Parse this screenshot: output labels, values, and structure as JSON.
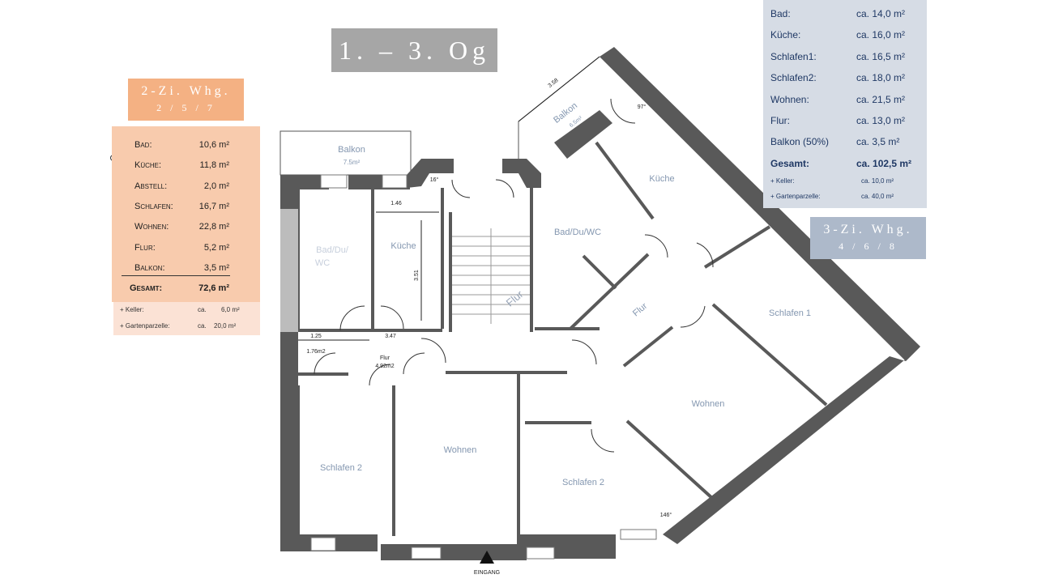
{
  "title": "1. – 3. Og",
  "left_unit": {
    "heading": "2-Zi. Whg.",
    "subheading": "2 / 5 / 7",
    "rows": [
      {
        "name": "Bad:",
        "value": "10,6 m²"
      },
      {
        "name": "Küche:",
        "value": "11,8 m²"
      },
      {
        "name": "Abstell:",
        "value": "2,0 m²"
      },
      {
        "name": "Schlafen:",
        "value": "16,7 m²"
      },
      {
        "name": "Wohnen:",
        "value": "22,8 m²"
      },
      {
        "name": "Flur:",
        "value": "5,2 m²"
      },
      {
        "name": "Balkon:",
        "value": "3,5 m²"
      }
    ],
    "total": {
      "name": "Gesamt:",
      "value": "72,6 m²"
    },
    "extras": [
      {
        "name": "+ Keller:",
        "ca": "ca.",
        "value": "6,0 m²"
      },
      {
        "name": "+ Gartenparzelle:",
        "ca": "ca.",
        "value": "20,0 m²"
      }
    ]
  },
  "right_unit": {
    "heading": "3-Zi. Whg.",
    "subheading": "4 / 6 / 8",
    "rows": [
      {
        "name": "Bad:",
        "value": "ca. 14,0 m²"
      },
      {
        "name": "Küche:",
        "value": "ca. 16,0 m²"
      },
      {
        "name": "Schlafen1:",
        "value": "ca. 16,5 m²"
      },
      {
        "name": "Schlafen2:",
        "value": "ca. 18,0 m²"
      },
      {
        "name": "Wohnen:",
        "value": "ca. 21,5 m²"
      },
      {
        "name": "Flur:",
        "value": "ca. 13,0 m²"
      },
      {
        "name": "Balkon (50%)",
        "value": "ca.   3,5 m²"
      }
    ],
    "total": {
      "name": "Gesamt:",
      "value": "ca. 102,5 m²"
    },
    "extras": [
      {
        "name": "+ Keller:",
        "value": "ca.   10,0 m²"
      },
      {
        "name": "+ Gartenparzelle:",
        "value": "ca.   40,0 m²"
      }
    ]
  },
  "plan": {
    "rooms": {
      "balkon_left": "Balkon",
      "balkon_left_area": "7.5m²",
      "bad_left": "Bad/Du/",
      "bad_left_2": "WC",
      "kueche_left": "Küche",
      "flur_left": "Flur",
      "flur_left_area": "4.92m2",
      "schlafen2_left": "Schlafen 2",
      "wohnen_left": "Wohnen",
      "stair_flur": "Flur",
      "balkon_right": "Balkon",
      "balkon_right_area": "6.5m²",
      "kueche_right": "Küche",
      "bad_right": "Bad/Du/WC",
      "flur_right": "Flur",
      "schlafen1_right": "Schlafen 1",
      "wohnen_right": "Wohnen",
      "schlafen2_right": "Schlafen 2"
    },
    "dims": {
      "d146": "1.46",
      "d351": "3.51",
      "d125": "1.25",
      "d347": "3.47",
      "d176": "1.76m2",
      "d358": "3.58",
      "a97": "97°",
      "a146": "146°",
      "a16": "16°"
    },
    "entrance": "EINGANG"
  },
  "colors": {
    "title_bg": "#a6a6a6",
    "left_head_bg": "#f4b183",
    "left_table_bg": "#f8cbad",
    "right_table_bg": "#d6dce5",
    "right_head_bg": "#adb9ca",
    "wall": "#595959",
    "room_label": "#8497b0"
  }
}
